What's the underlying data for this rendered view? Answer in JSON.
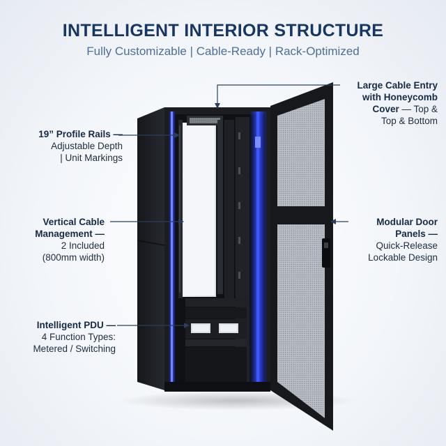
{
  "header": {
    "title": "INTELLIGENT INTERIOR STRUCTURE",
    "subtitle": "Fully Customizable | Cable-Ready | Rack-Optimized"
  },
  "callouts": {
    "profile_rails": {
      "title": "19” Profile Rails —",
      "line1": "Adjustable Depth",
      "line2": "| Unit Markings"
    },
    "vertical_cable": {
      "title1": "Vertical Cable",
      "title2": "Management —",
      "line1": "2 Included",
      "line2": "(800mm width)"
    },
    "pdu": {
      "title": "Intelligent PDU —",
      "line1": "4 Function Types:",
      "line2": "Metered / Switching"
    },
    "cable_entry": {
      "title1": "Large Cable Entry",
      "title2": "with Honeycomb",
      "title3": "Cover",
      "title3_tail": " — Top &",
      "line1": "Top & Bottom"
    },
    "door_panels": {
      "title1": "Modular Door",
      "title2": "Panels —",
      "line1": "Quick-Release",
      "line2": "Lockable Design"
    }
  },
  "colors": {
    "title": "#173760",
    "subtitle": "#4d6f96",
    "cabinet": "#1a1c20",
    "led_blue": "#2f4dff",
    "leader": "#2b3f5c"
  }
}
